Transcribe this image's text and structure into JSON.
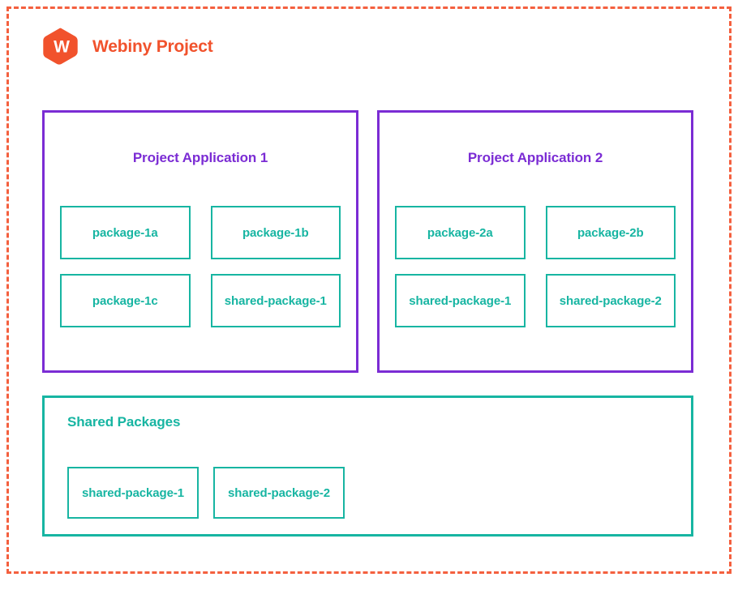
{
  "header": {
    "logo_icon": "webiny-hexagon-logo-icon",
    "logo_letter": "W",
    "title": "Webiny Project"
  },
  "colors": {
    "boundary": "#f4603f",
    "brand": "#f1522c",
    "application": "#7b2cd4",
    "package": "#17b5a2",
    "background": "#ffffff"
  },
  "applications": [
    {
      "title": "Project Application 1",
      "packages": [
        {
          "name": "package-1a"
        },
        {
          "name": "package-1b"
        },
        {
          "name": "package-1c"
        },
        {
          "name": "shared-package-1"
        }
      ]
    },
    {
      "title": "Project Application 2",
      "packages": [
        {
          "name": "package-2a"
        },
        {
          "name": "package-2b"
        },
        {
          "name": "shared-package-1"
        },
        {
          "name": "shared-package-2"
        }
      ]
    }
  ],
  "shared": {
    "title": "Shared Packages",
    "packages": [
      {
        "name": "shared-package-1"
      },
      {
        "name": "shared-package-2"
      }
    ]
  }
}
